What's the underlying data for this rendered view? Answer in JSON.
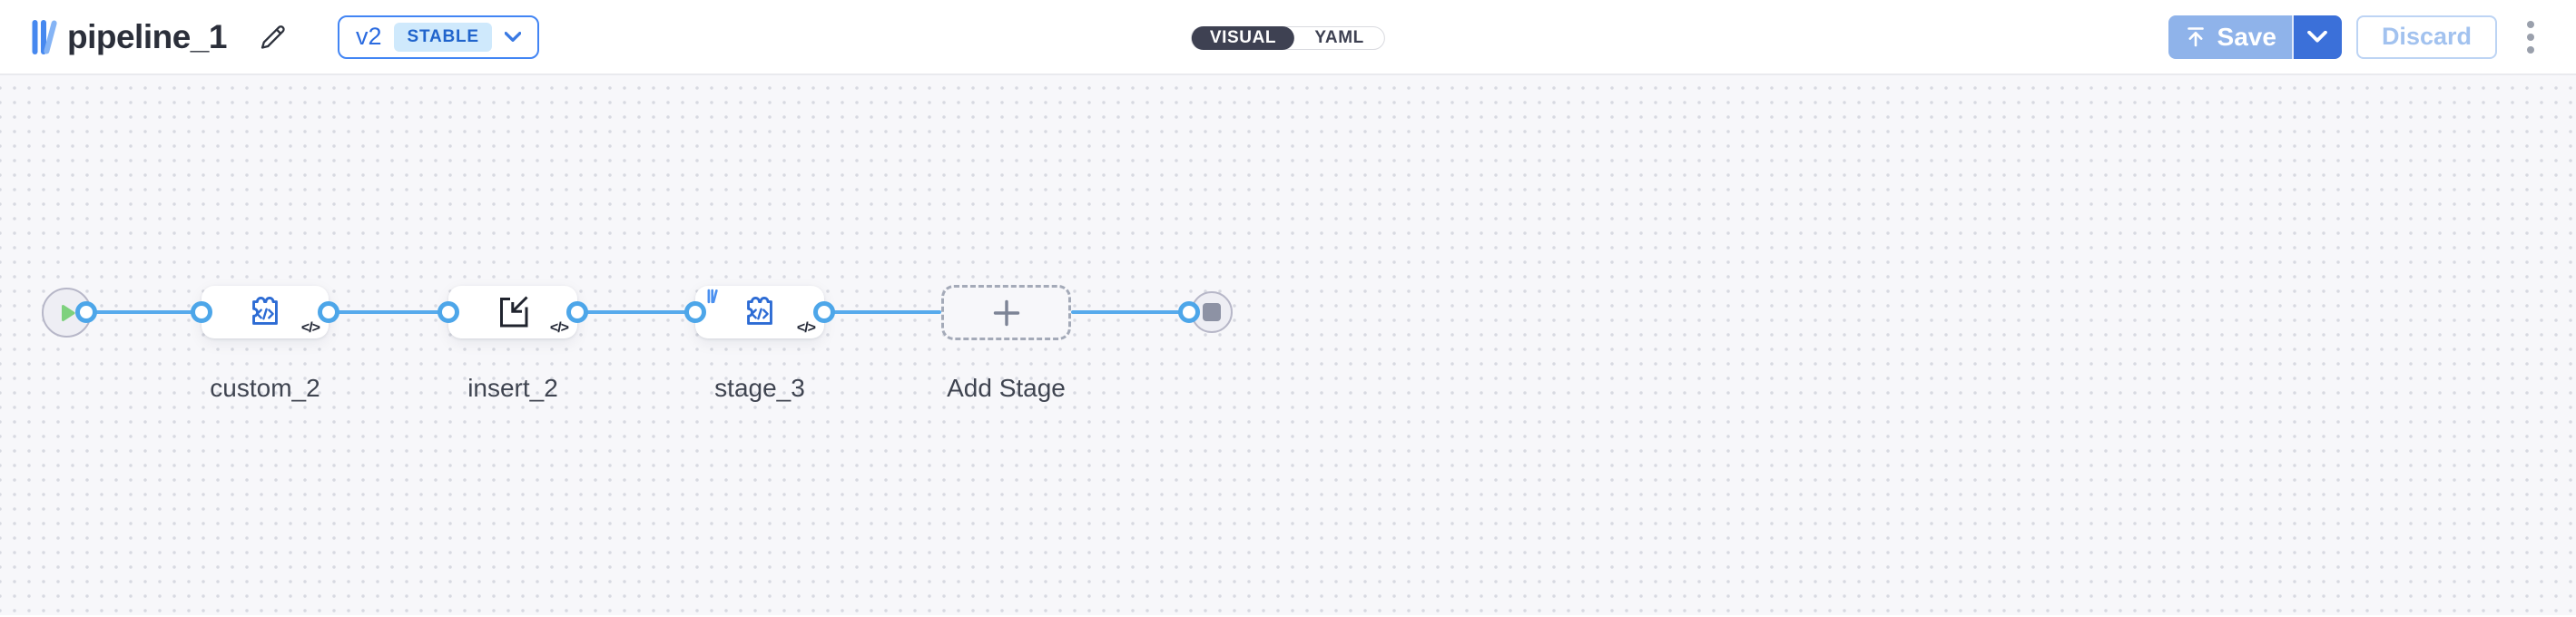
{
  "header": {
    "title": "pipeline_1",
    "version": {
      "label": "v2",
      "badge": "STABLE"
    },
    "view_toggle": {
      "visual": "VISUAL",
      "yaml": "YAML",
      "active": "VISUAL"
    },
    "actions": {
      "save": "Save",
      "discard": "Discard"
    }
  },
  "canvas": {
    "stages": [
      {
        "name": "custom_2",
        "icon": "puzzle-code-icon",
        "code_glyph": "</>"
      },
      {
        "name": "insert_2",
        "icon": "import-icon",
        "code_glyph": "</>"
      },
      {
        "name": "stage_3",
        "icon": "puzzle-code-icon",
        "badge_icon": "logo-badge-icon",
        "code_glyph": "</>"
      },
      {
        "name": "Add Stage",
        "type": "add-stage-placeholder"
      }
    ],
    "start_node": "start",
    "end_node": "end"
  },
  "colors": {
    "edge_blue": "#57aaec",
    "node_icon_blue": "#2c6bd4",
    "primary_blue": "#3b70d9",
    "save_disabled_blue": "#8fb3ea",
    "discard_blue": "#a2c2ef",
    "toggle_dark": "#3e4152",
    "canvas_bg": "#f7f7fa",
    "play_green": "#7ed17e",
    "stop_gray": "#8d92a4",
    "version_badge_bg": "#cfe9fc",
    "version_badge_text": "#2064cc"
  }
}
